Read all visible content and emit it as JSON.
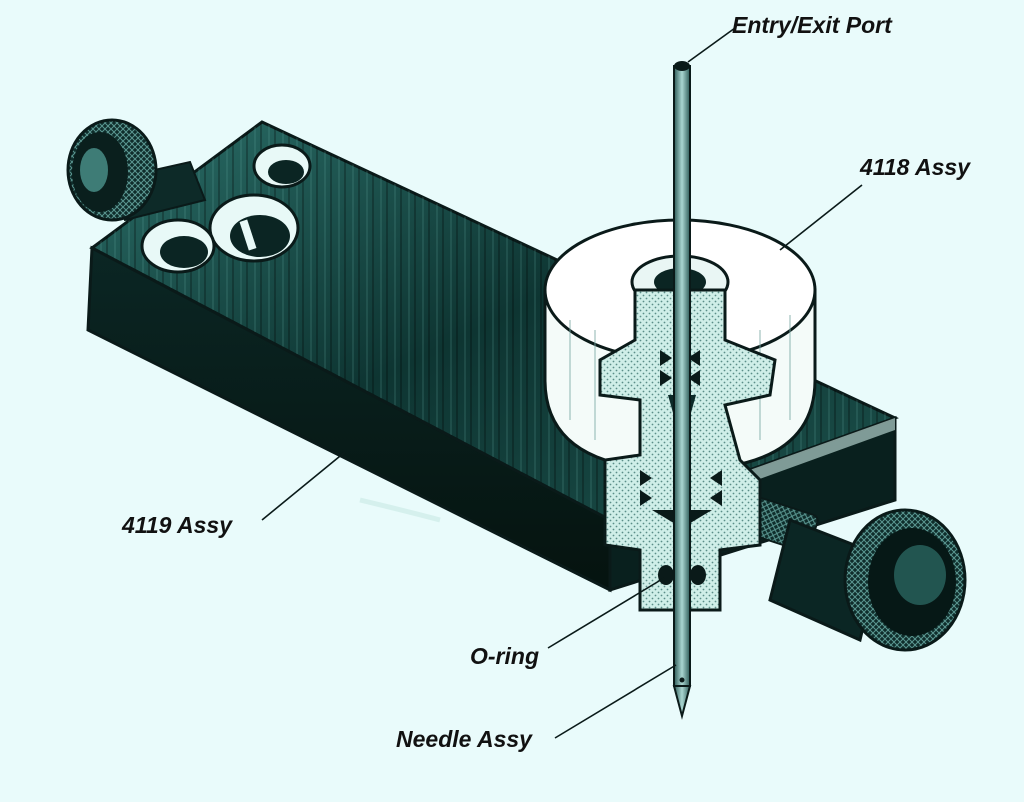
{
  "labels": {
    "entry_exit_port": "Entry/Exit Port",
    "assy_4118": "4118 Assy",
    "assy_4119": "4119 Assy",
    "o_ring": "O-ring",
    "needle_assy": "Needle Assy"
  },
  "colors": {
    "background": "#e9fbfb",
    "block_dark": "#0c2e2c",
    "block_mid": "#1e5a55",
    "block_light": "#3f8d86",
    "cap_face": "#f4fbf9",
    "cutaway_stipple": "#bfe5df",
    "needle": "#7fb0ac",
    "outline": "#0a1a19"
  }
}
